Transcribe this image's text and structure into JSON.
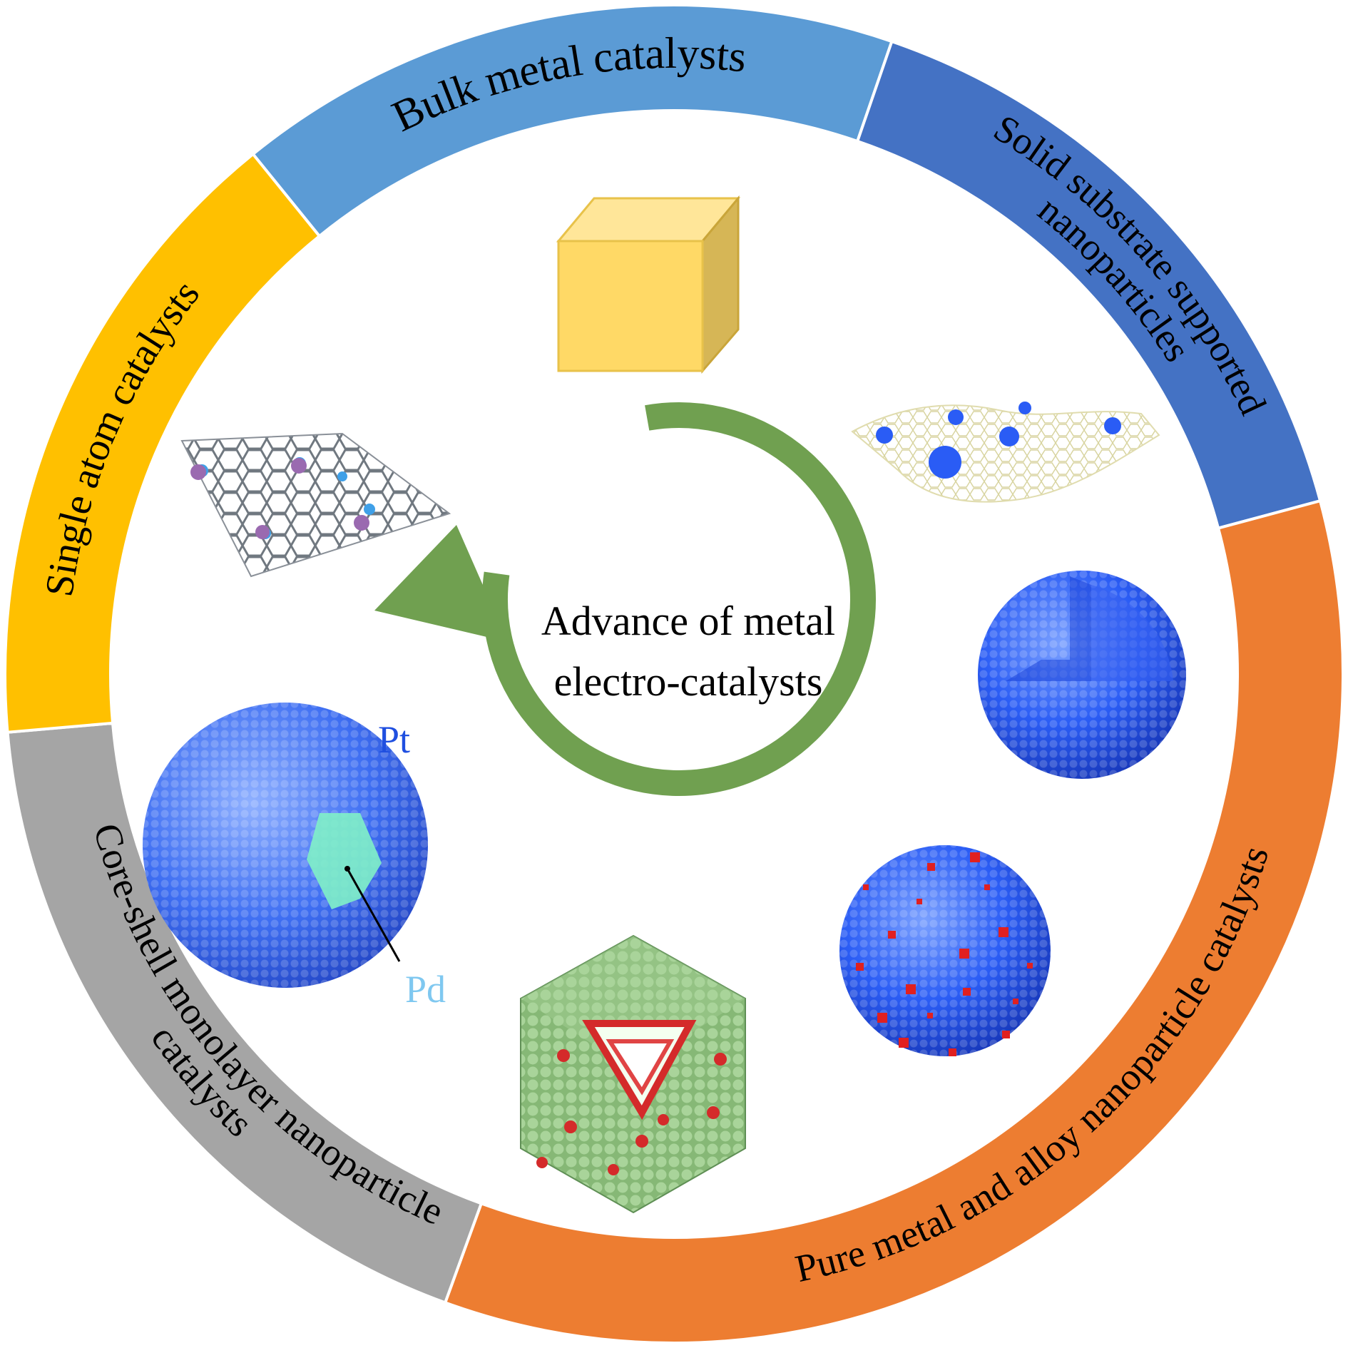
{
  "center": {
    "line1": "Advance of metal",
    "line2": "electro-catalysts"
  },
  "segments": [
    {
      "id": "bulk",
      "lines": [
        "Bulk metal catalysts"
      ],
      "color": "#5b9bd5"
    },
    {
      "id": "solid",
      "lines": [
        "Solid substrate supported",
        "nanoparticles"
      ],
      "color": "#4472c4"
    },
    {
      "id": "pure",
      "lines": [
        "Pure metal and alloy nanoparticle catalysts"
      ],
      "color": "#ed7d31"
    },
    {
      "id": "core",
      "lines": [
        "Core-shell monolayer nanoparticle",
        "catalysts"
      ],
      "color": "#a5a5a5"
    },
    {
      "id": "single",
      "lines": [
        "Single atom catalysts"
      ],
      "color": "#ffc000"
    }
  ],
  "labels": {
    "pt": "Pt",
    "pd": "Pd"
  },
  "colors": {
    "arrow": "#70a050",
    "cube_front": "#ffd966",
    "cube_top": "#ffe699",
    "cube_side": "#d6b656",
    "pt_label": "#1f4fe0",
    "pd_label": "#7fc8f0",
    "atom_blue": "#2a5cf5",
    "atom_red": "#e02020",
    "atom_green": "#8fbf7f",
    "pd_core": "#7ff0c8"
  },
  "icons": [
    "cube-icon",
    "graphene-sheet-icon",
    "sphere-cutaway-icon",
    "alloy-sphere-icon",
    "icosahedron-icon",
    "core-shell-sphere-icon"
  ]
}
